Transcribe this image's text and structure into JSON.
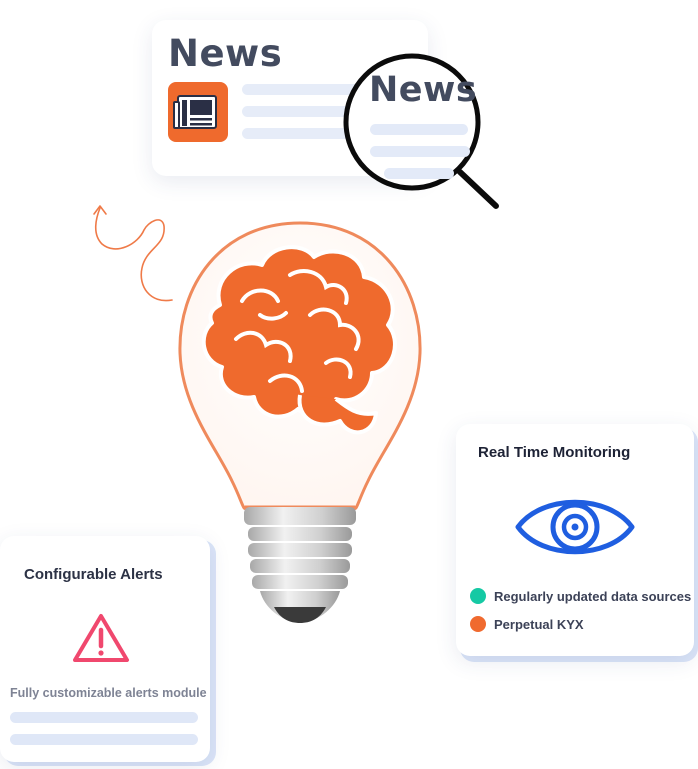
{
  "news_card": {
    "title": "News",
    "icon": "newspaper-icon",
    "accent": "#ef6a2d"
  },
  "magnifier": {
    "text": "News",
    "icon": "magnifier-icon"
  },
  "bulb": {
    "icon": "brain-lightbulb-icon",
    "brain_color": "#ef6a2d"
  },
  "monitoring_card": {
    "title": "Real Time Monitoring",
    "icon": "eye-icon",
    "eye_color": "#1f5ee0",
    "items": [
      {
        "label": "Regularly updated data sources",
        "color": "#15c9a4"
      },
      {
        "label": "Perpetual KYX",
        "color": "#f06a2f"
      }
    ]
  },
  "alerts_card": {
    "title": "Configurable Alerts",
    "icon": "warning-icon",
    "warning_color": "#f0486e",
    "subtitle": "Fully customizable alerts module"
  }
}
